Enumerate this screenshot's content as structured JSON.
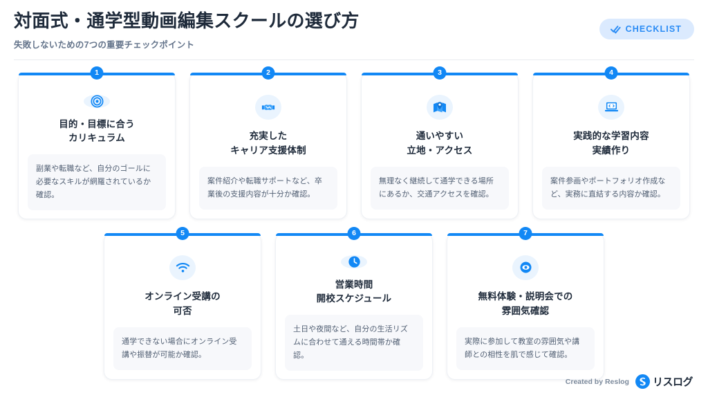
{
  "header": {
    "title": "対面式・通学型動画編集スクールの選び方",
    "subtitle": "失敗しないための7つの重要チェックポイント",
    "badge_label": "CHECKLIST",
    "badge_icon": "double-check-icon"
  },
  "colors": {
    "accent": "#1288f5",
    "badge_bg": "#dbeafe",
    "badge_text": "#2b8cf5",
    "title_text": "#1e2a3a",
    "subtitle_text": "#64748b",
    "desc_bg": "#f7f8fb",
    "desc_text": "#515f73",
    "icon_circle_bg": "#eaf4fe",
    "page_bg": "#ffffff"
  },
  "cards": [
    {
      "number": "1",
      "icon": "target-icon",
      "title_line1": "目的・目標に合う",
      "title_line2": "カリキュラム",
      "description": "副業や転職など、自分のゴールに必要なスキルが網羅されているか確認。"
    },
    {
      "number": "2",
      "icon": "handshake-icon",
      "title_line1": "充実した",
      "title_line2": "キャリア支援体制",
      "description": "案件紹介や転職サポートなど、卒業後の支援内容が十分か確認。"
    },
    {
      "number": "3",
      "icon": "map-pin-icon",
      "title_line1": "通いやすい",
      "title_line2": "立地・アクセス",
      "description": "無理なく継続して通学できる場所にあるか、交通アクセスを確認。"
    },
    {
      "number": "4",
      "icon": "laptop-code-icon",
      "title_line1": "実践的な学習内容",
      "title_line2": "実績作り",
      "description": "案件参画やポートフォリオ作成など、実務に直結する内容か確認。"
    },
    {
      "number": "5",
      "icon": "wifi-icon",
      "title_line1": "オンライン受講の",
      "title_line2": "可否",
      "description": "通学できない場合にオンライン受講や振替が可能か確認。"
    },
    {
      "number": "6",
      "icon": "clock-icon",
      "title_line1": "営業時間",
      "title_line2": "開校スケジュール",
      "description": "土日や夜間など、自分の生活リズムに合わせて通える時間帯か確認。"
    },
    {
      "number": "7",
      "icon": "eye-icon",
      "title_line1": "無料体験・説明会での",
      "title_line2": "雰囲気確認",
      "description": "実際に参加して教室の雰囲気や講師との相性を肌で感じて確認。"
    }
  ],
  "footer": {
    "credit": "Created by Reslog",
    "brand_name": "リスログ",
    "brand_icon": "reslog-logo-icon"
  }
}
